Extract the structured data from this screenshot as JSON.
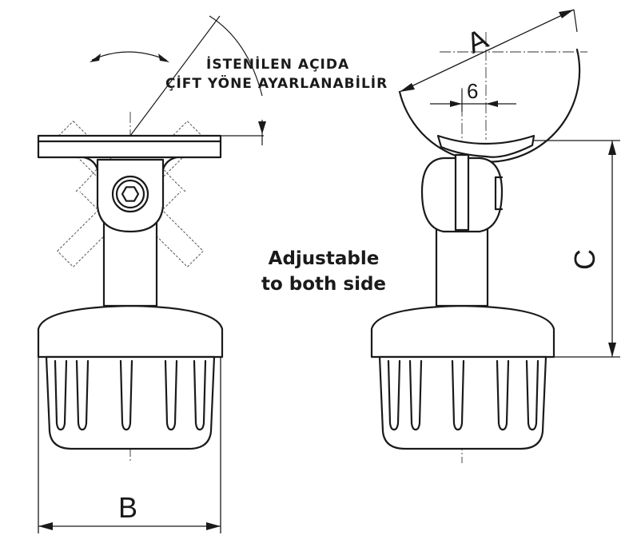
{
  "annotation": {
    "line1": "İSTENİLEN AÇIDA",
    "line2": "ÇİFT YÖNE AYARLANABİLİR"
  },
  "caption": {
    "line1": "Adjustable",
    "line2": "to both side"
  },
  "dimensions": {
    "a": "A",
    "b": "B",
    "c": "C",
    "six": "6"
  }
}
